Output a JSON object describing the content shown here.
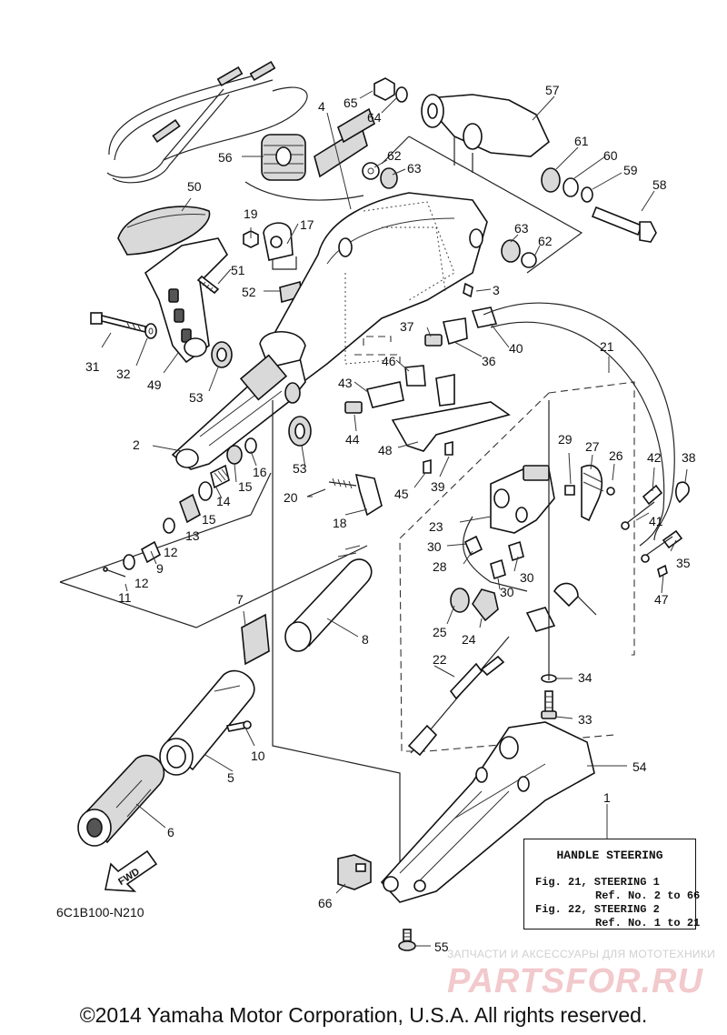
{
  "callouts": [
    {
      "id": "1",
      "text": "1"
    },
    {
      "id": "2",
      "text": "2"
    },
    {
      "id": "3",
      "text": "3"
    },
    {
      "id": "4",
      "text": "4"
    },
    {
      "id": "5",
      "text": "5"
    },
    {
      "id": "6",
      "text": "6"
    },
    {
      "id": "7",
      "text": "7"
    },
    {
      "id": "8",
      "text": "8"
    },
    {
      "id": "9",
      "text": "9"
    },
    {
      "id": "10",
      "text": "10"
    },
    {
      "id": "11",
      "text": "11"
    },
    {
      "id": "12a",
      "text": "12"
    },
    {
      "id": "12b",
      "text": "12"
    },
    {
      "id": "13",
      "text": "13"
    },
    {
      "id": "14",
      "text": "14"
    },
    {
      "id": "15a",
      "text": "15"
    },
    {
      "id": "15b",
      "text": "15"
    },
    {
      "id": "16",
      "text": "16"
    },
    {
      "id": "17",
      "text": "17"
    },
    {
      "id": "18",
      "text": "18"
    },
    {
      "id": "19",
      "text": "19"
    },
    {
      "id": "20",
      "text": "20"
    },
    {
      "id": "21",
      "text": "21"
    },
    {
      "id": "22",
      "text": "22"
    },
    {
      "id": "23",
      "text": "23"
    },
    {
      "id": "24",
      "text": "24"
    },
    {
      "id": "25",
      "text": "25"
    },
    {
      "id": "26",
      "text": "26"
    },
    {
      "id": "27",
      "text": "27"
    },
    {
      "id": "28",
      "text": "28"
    },
    {
      "id": "29",
      "text": "29"
    },
    {
      "id": "30a",
      "text": "30"
    },
    {
      "id": "30b",
      "text": "30"
    },
    {
      "id": "30c",
      "text": "30"
    },
    {
      "id": "31",
      "text": "31"
    },
    {
      "id": "32",
      "text": "32"
    },
    {
      "id": "33",
      "text": "33"
    },
    {
      "id": "34",
      "text": "34"
    },
    {
      "id": "35",
      "text": "35"
    },
    {
      "id": "36",
      "text": "36"
    },
    {
      "id": "37",
      "text": "37"
    },
    {
      "id": "38",
      "text": "38"
    },
    {
      "id": "39",
      "text": "39"
    },
    {
      "id": "40",
      "text": "40"
    },
    {
      "id": "41",
      "text": "41"
    },
    {
      "id": "42",
      "text": "42"
    },
    {
      "id": "43",
      "text": "43"
    },
    {
      "id": "44",
      "text": "44"
    },
    {
      "id": "45",
      "text": "45"
    },
    {
      "id": "46",
      "text": "46"
    },
    {
      "id": "47",
      "text": "47"
    },
    {
      "id": "48",
      "text": "48"
    },
    {
      "id": "49",
      "text": "49"
    },
    {
      "id": "50",
      "text": "50"
    },
    {
      "id": "51",
      "text": "51"
    },
    {
      "id": "52",
      "text": "52"
    },
    {
      "id": "53a",
      "text": "53"
    },
    {
      "id": "53b",
      "text": "53"
    },
    {
      "id": "54",
      "text": "54"
    },
    {
      "id": "55",
      "text": "55"
    },
    {
      "id": "56",
      "text": "56"
    },
    {
      "id": "57",
      "text": "57"
    },
    {
      "id": "58",
      "text": "58"
    },
    {
      "id": "59",
      "text": "59"
    },
    {
      "id": "60",
      "text": "60"
    },
    {
      "id": "61",
      "text": "61"
    },
    {
      "id": "62a",
      "text": "62"
    },
    {
      "id": "62b",
      "text": "62"
    },
    {
      "id": "63a",
      "text": "63"
    },
    {
      "id": "63b",
      "text": "63"
    },
    {
      "id": "64",
      "text": "64"
    },
    {
      "id": "65",
      "text": "65"
    },
    {
      "id": "66",
      "text": "66"
    }
  ],
  "fwd_label": "FWD",
  "info_box": {
    "title": "HANDLE STEERING",
    "lines": [
      "Fig. 21, STEERING 1",
      "Ref. No. 2 to 66",
      "Fig. 22, STEERING 2",
      "Ref. No. 1 to 21"
    ]
  },
  "diagram_code": "6C1B100-N210",
  "watermark": {
    "caption": "ЗАПЧАСТИ И АКСЕССУАРЫ ДЛЯ МОТОТЕХНИКИ",
    "logo": "PARTSFOR.RU"
  },
  "copyright": "©2014 Yamaha Motor Corporation, U.S.A. All rights reserved."
}
